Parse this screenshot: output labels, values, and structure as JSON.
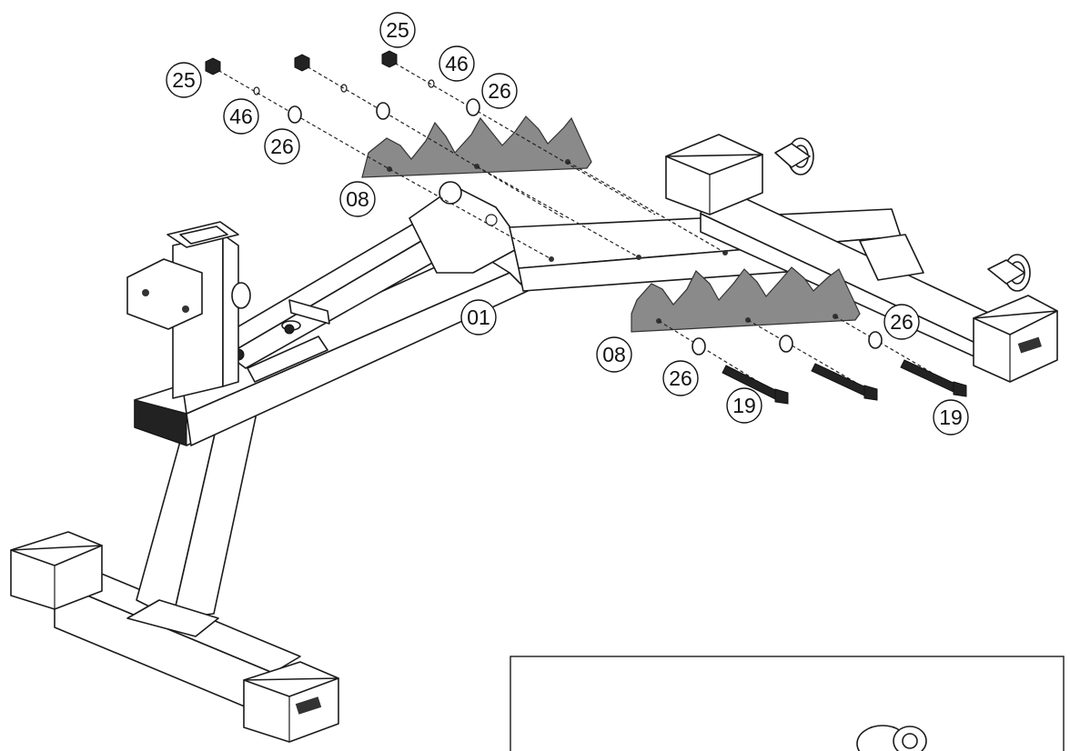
{
  "callouts": [
    {
      "id": "c25a",
      "text": "25"
    },
    {
      "id": "c46a",
      "text": "46"
    },
    {
      "id": "c26a",
      "text": "26"
    },
    {
      "id": "c25b",
      "text": "25"
    },
    {
      "id": "c46b",
      "text": "46"
    },
    {
      "id": "c26b",
      "text": "26"
    },
    {
      "id": "c08a",
      "text": "08"
    },
    {
      "id": "c01",
      "text": "01"
    },
    {
      "id": "c08b",
      "text": "08"
    },
    {
      "id": "c26c",
      "text": "26"
    },
    {
      "id": "c19a",
      "text": "19"
    },
    {
      "id": "c26d",
      "text": "26"
    },
    {
      "id": "c19b",
      "text": "19"
    }
  ],
  "colors": {
    "line": "#1a1a1a",
    "plate": "#8a8a8a",
    "background": "#ffffff"
  }
}
